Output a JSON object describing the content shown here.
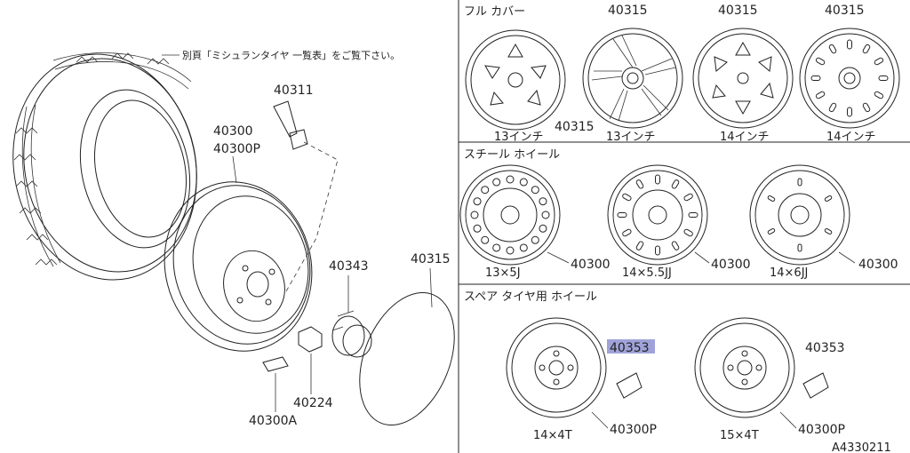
{
  "note": "別頁「ミシュランタイヤ 一覧表」をご覧下さい。",
  "sections": {
    "full_cover": "フル カバー",
    "steel_wheel": "スチール ホイール",
    "spare_wheel": "スペア タイヤ用 ホイール"
  },
  "left_parts": {
    "valve": "40311",
    "wheel_a": "40300",
    "wheel_b": "40300P",
    "cap": "40343",
    "cover": "40315",
    "nut": "40224",
    "weight": "40300A"
  },
  "covers": [
    {
      "part": "40315",
      "size": "13インチ"
    },
    {
      "part": "40315",
      "size": "13インチ"
    },
    {
      "part": "40315",
      "size": "14インチ"
    },
    {
      "part": "40315",
      "size": "14インチ"
    }
  ],
  "steel": [
    {
      "part": "40300",
      "size": "13×5J"
    },
    {
      "part": "40300",
      "size": "14×5.5JJ"
    },
    {
      "part": "40300",
      "size": "14×6JJ"
    }
  ],
  "spare": [
    {
      "part": "40300P",
      "size": "14×4T",
      "tag": "40353",
      "tag_highlight": true
    },
    {
      "part": "40300P",
      "size": "15×4T",
      "tag": "40353",
      "tag_highlight": false
    }
  ],
  "code": "A4330211"
}
